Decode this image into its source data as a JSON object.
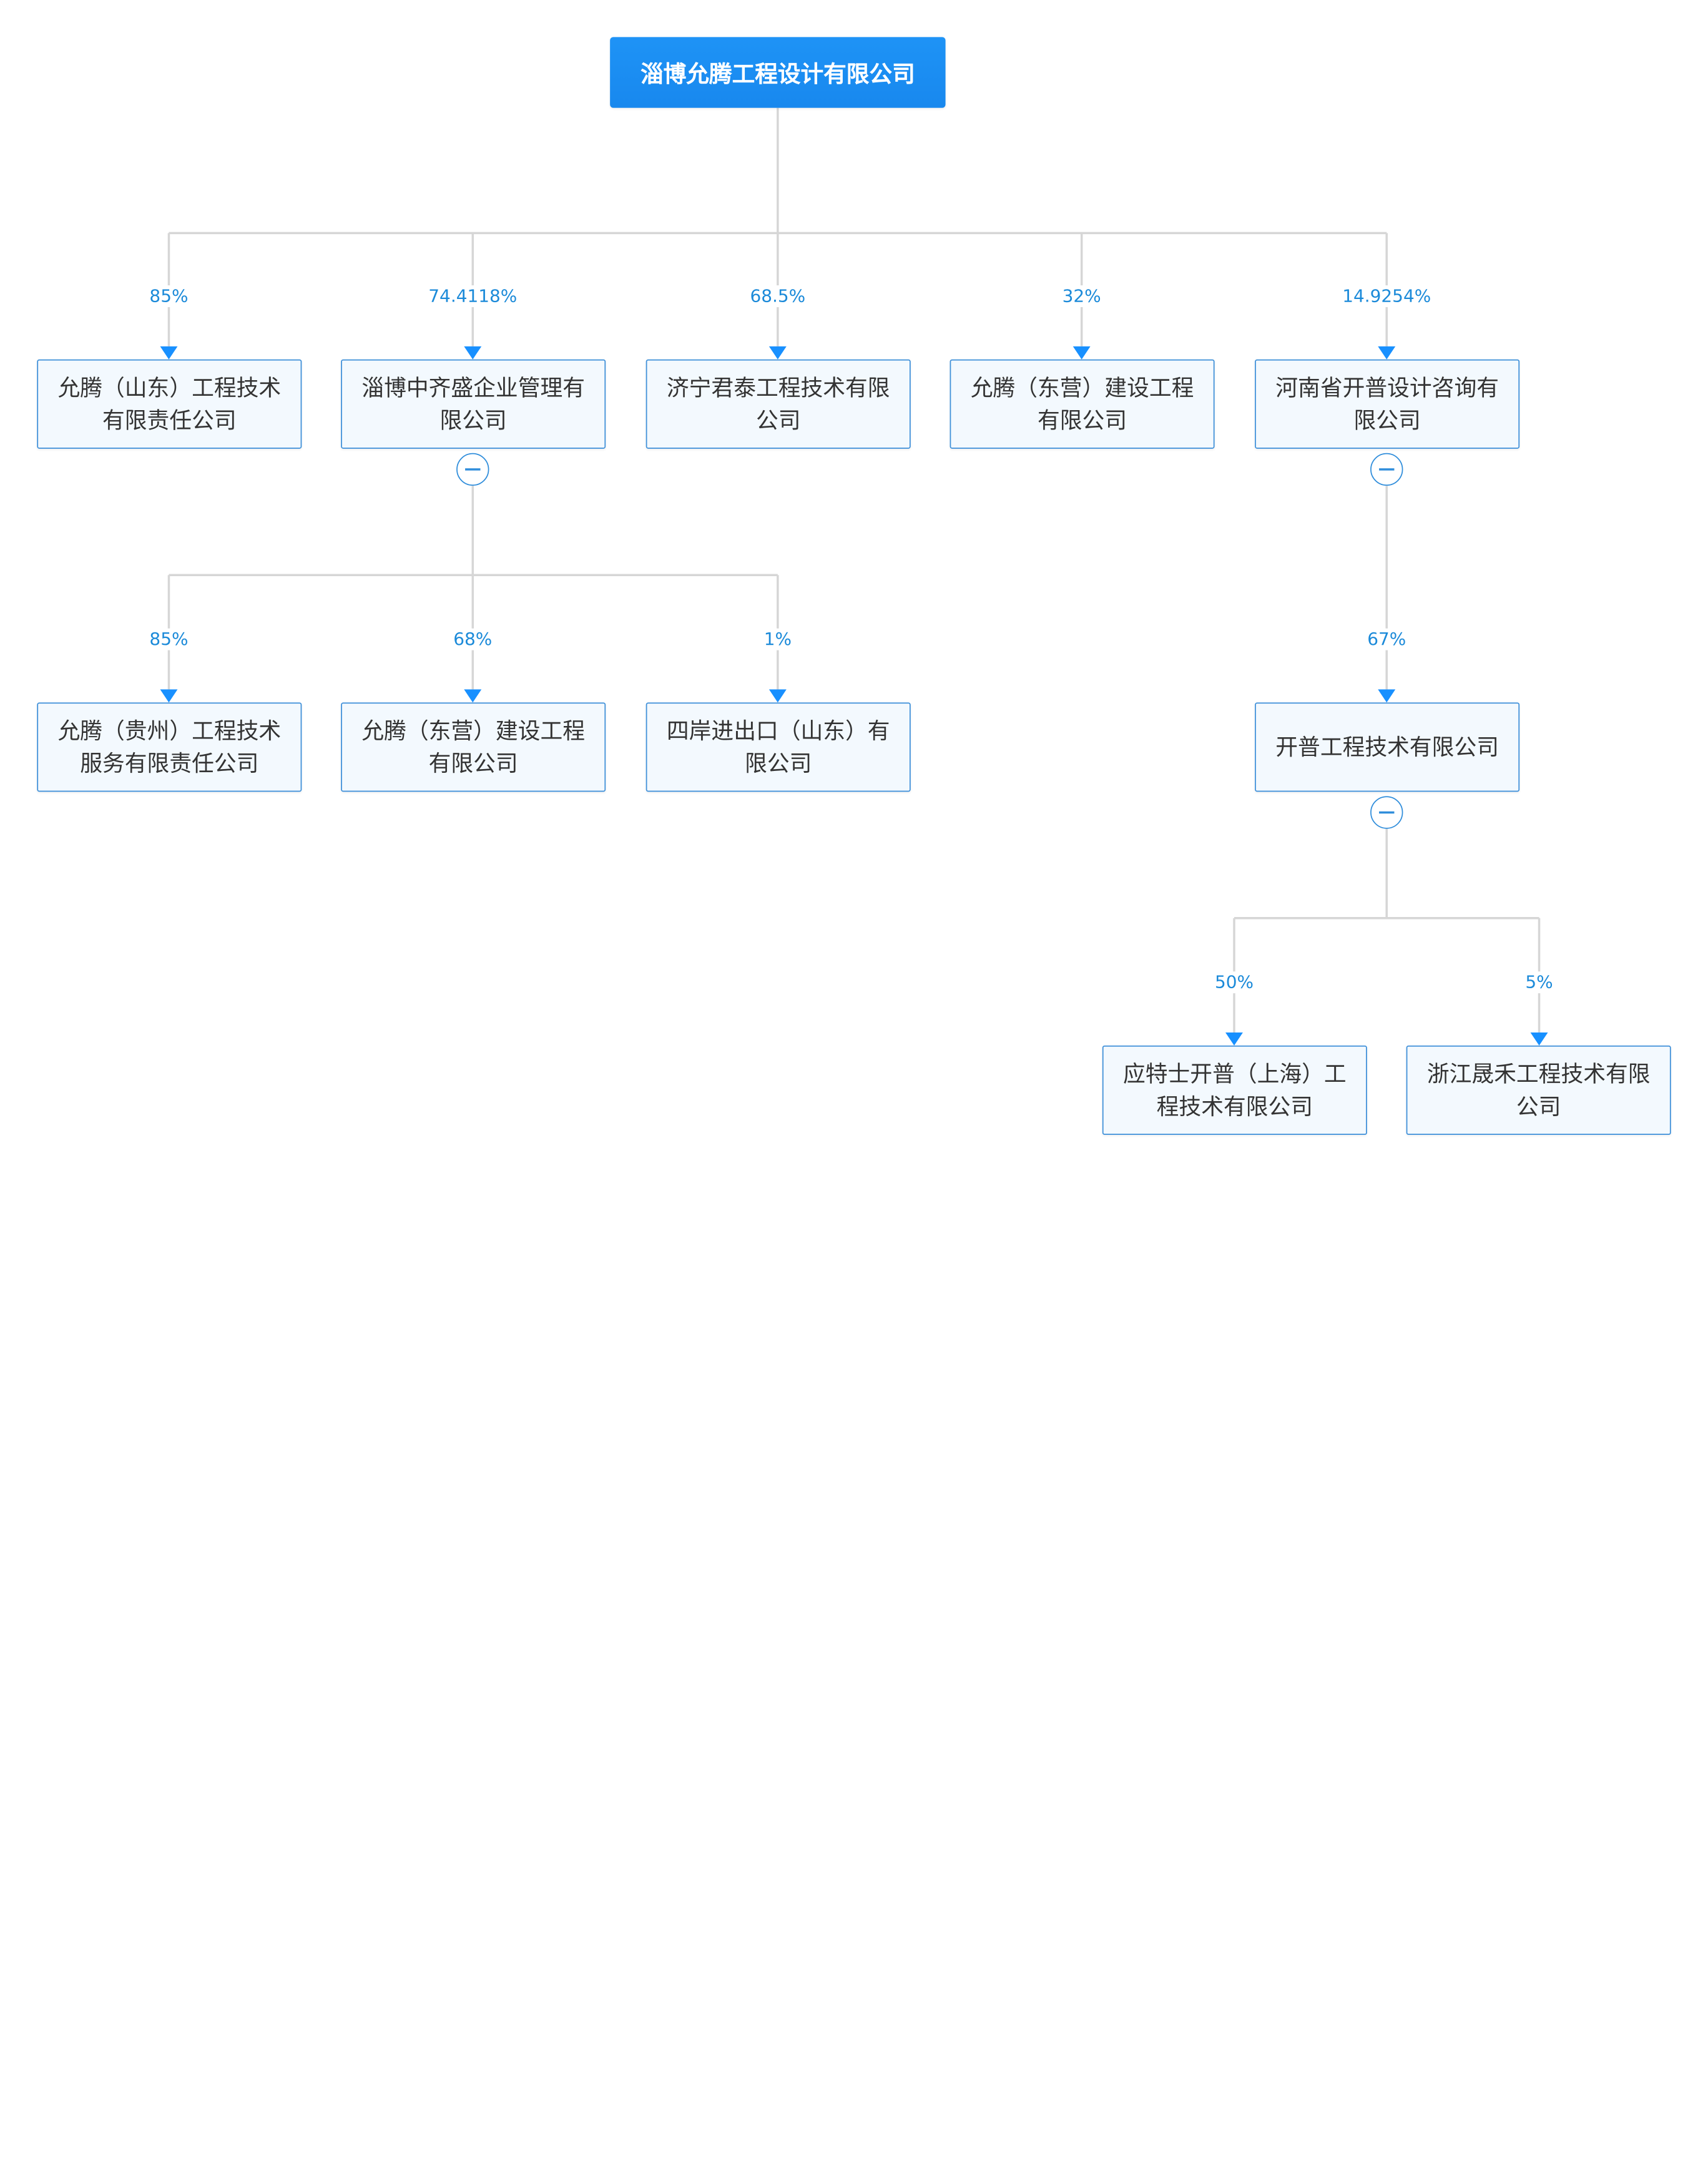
{
  "root": {
    "label": "淄博允腾工程设计有限公司"
  },
  "colors": {
    "root_fill": "#1890ff",
    "node_border": "#3d8fd9",
    "node_fill": "#f3f9fe",
    "connector": "#d6d6d6",
    "arrow": "#1890ff",
    "percent_text": "#1b8ad9"
  },
  "nodes": {
    "yunteng_shandong": {
      "label": "允腾（山东）工程技术有限责任公司"
    },
    "zibo_zhongqisheng": {
      "label": "淄博中齐盛企业管理有限公司"
    },
    "jining_juntai": {
      "label": "济宁君泰工程技术有限公司"
    },
    "yunteng_dongying": {
      "label": "允腾（东营）建设工程有限公司"
    },
    "henan_kaipu": {
      "label": "河南省开普设计咨询有限公司"
    },
    "yunteng_guizhou": {
      "label": "允腾（贵州）工程技术服务有限责任公司"
    },
    "yunteng_dongying_2": {
      "label": "允腾（东营）建设工程有限公司"
    },
    "siyan_import_export": {
      "label": "四岸进出口（山东）有限公司"
    },
    "kaipu_engineering": {
      "label": "开普工程技术有限公司"
    },
    "yingteshi_kaipu": {
      "label": "应特士开普（上海）工程技术有限公司"
    },
    "zhejiang_shenghe": {
      "label": "浙江晟禾工程技术有限公司"
    }
  },
  "edges": {
    "root_yunteng_shandong": "85%",
    "root_zibo_zhongqisheng": "74.4118%",
    "root_jining_juntai": "68.5%",
    "root_yunteng_dongying": "32%",
    "root_henan_kaipu": "14.9254%",
    "zhongqisheng_yunteng_guizhou": "85%",
    "zhongqisheng_yunteng_dongying_2": "68%",
    "zhongqisheng_siyan": "1%",
    "henan_kaipu_kaipu_engineering": "67%",
    "kaipu_yingteshi": "50%",
    "kaipu_zhejiang_shenghe": "5%"
  },
  "toggles": {
    "zibo_zhongqisheng": "collapse-icon",
    "henan_kaipu": "collapse-icon",
    "kaipu_engineering": "collapse-icon"
  }
}
